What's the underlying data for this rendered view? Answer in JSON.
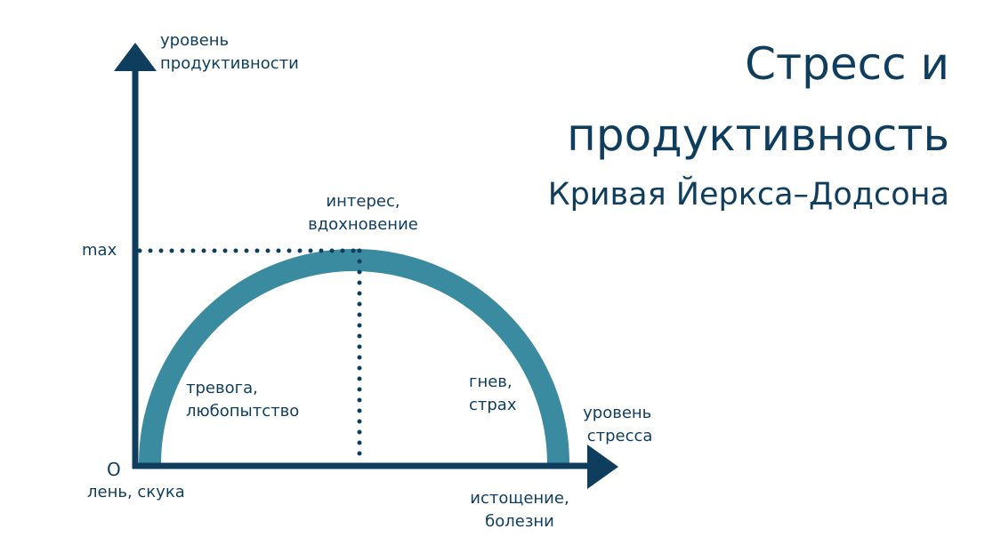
{
  "title": {
    "line1": "Стресс и",
    "line2": "продуктивность",
    "subtitle": "Кривая Йеркса–Додсона"
  },
  "axes": {
    "y_label_1": "уровень",
    "y_label_2": "продуктивности",
    "x_label_1": "уровень",
    "x_label_2": "стресса",
    "y_max": "max",
    "origin": "O"
  },
  "annotations": {
    "peak_1": "интерес,",
    "peak_2": "вдохновение",
    "left_1": "тревога,",
    "left_2": "любопытство",
    "right_1": "гнев,",
    "right_2": "страх",
    "low_start": "лень, скука",
    "high_end_1": "истощение,",
    "high_end_2": "болезни"
  },
  "colors": {
    "axis": "#0f3d5e",
    "curve": "#3a8aa0"
  }
}
